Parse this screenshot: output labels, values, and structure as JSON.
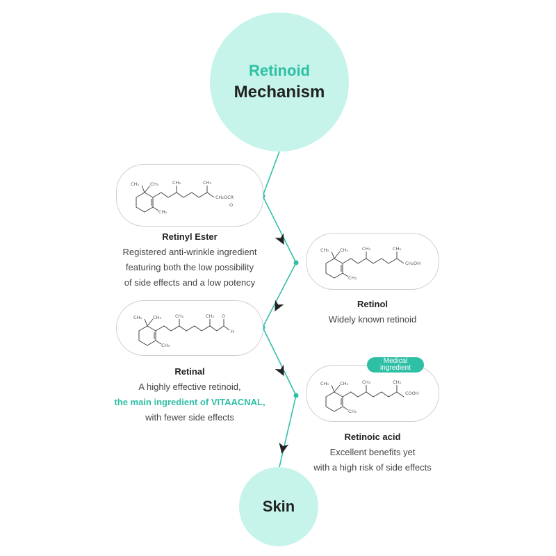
{
  "title": {
    "line1": "Retinoid",
    "line2": "Mechanism"
  },
  "end": {
    "label": "Skin"
  },
  "steps": [
    {
      "name": "Retinyl Ester",
      "lines": [
        "Registered anti-wrinkle ingredient",
        "featuring both the low possibility",
        "of side effects and a low potency"
      ],
      "formula_group": "CH₂OCR",
      "formula_sub": "O"
    },
    {
      "name": "Retinol",
      "lines": [
        "Widely known retinoid"
      ],
      "formula_group": "CH₂OH"
    },
    {
      "name": "Retinal",
      "lines": [
        "A highly effective retinoid,"
      ],
      "highlight": "the main ingredient of VITAACNAL,",
      "lines_after": [
        "with fewer side effects"
      ],
      "formula_group": "O",
      "formula_sub": "H"
    },
    {
      "name": "Retinoic acid",
      "lines": [
        "Excellent benefits yet",
        "with a high risk of side effects"
      ],
      "formula_group": "COOH",
      "badge": [
        "Medical",
        "ingredient"
      ]
    }
  ],
  "formula_labels": {
    "ch3": "CH₃",
    "methyl": "CH₃"
  },
  "colors": {
    "accent": "#2fbfa5",
    "circle": "#c6f4ea",
    "line": "#2fbfa5",
    "arrow": "#222222",
    "pill_border": "#cfcfcf"
  },
  "icons": [
    "arrow-head-icon",
    "node-dot-icon"
  ]
}
